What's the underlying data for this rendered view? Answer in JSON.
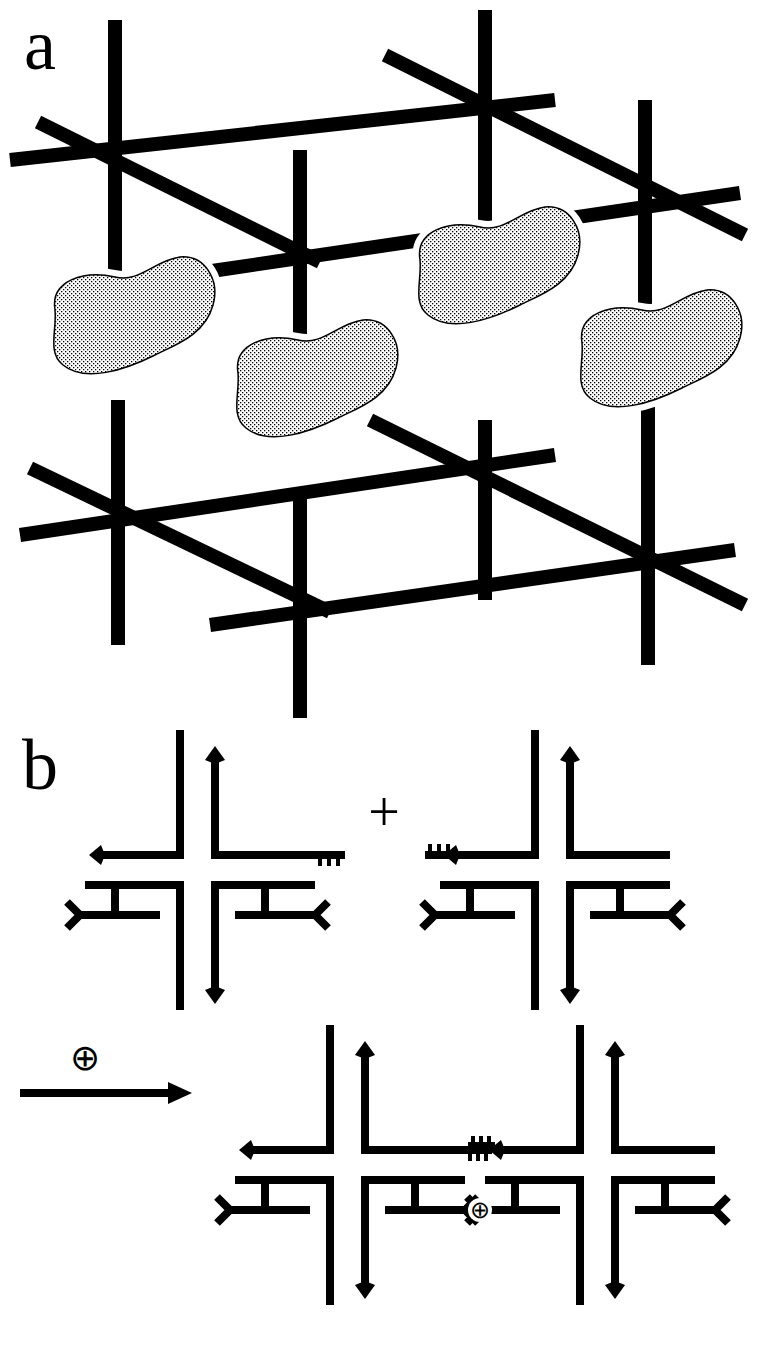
{
  "diagram": {
    "labels": [
      "a",
      "b",
      "+",
      "⊕",
      "⊕"
    ]
  }
}
